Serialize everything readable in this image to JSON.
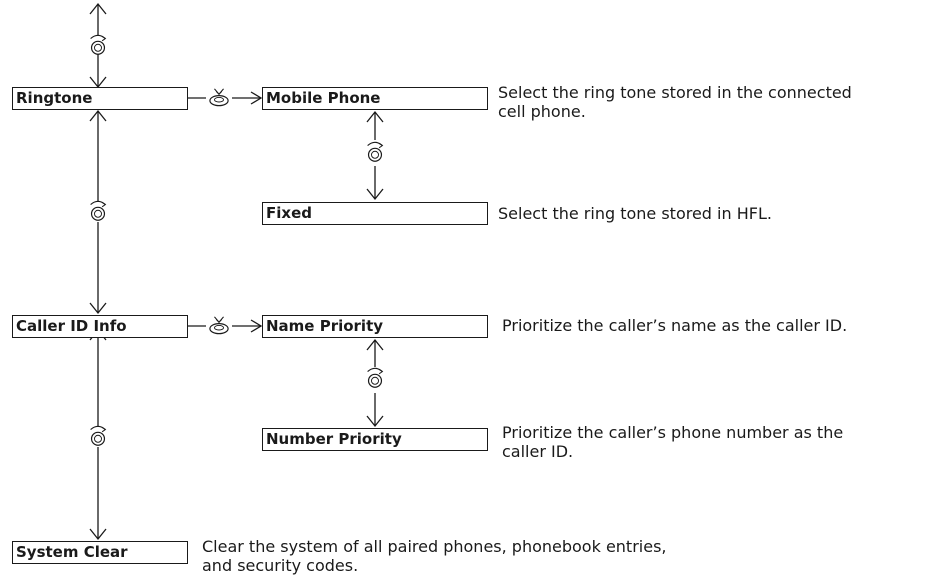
{
  "items": {
    "ringtone": {
      "label": "Ringtone",
      "options": [
        {
          "label": "Mobile Phone",
          "desc1": "Select the ring tone stored in the connected",
          "desc2": "cell phone."
        },
        {
          "label": "Fixed",
          "desc1": "Select the ring tone stored in HFL.",
          "desc2": ""
        }
      ]
    },
    "caller_id": {
      "label": "Caller ID Info",
      "options": [
        {
          "label": "Name Priority",
          "desc1": "Prioritize the caller’s name as the caller ID.",
          "desc2": ""
        },
        {
          "label": "Number Priority",
          "desc1": "Prioritize the caller’s phone number as the",
          "desc2": "caller ID."
        }
      ]
    },
    "system_clear": {
      "label": "System Clear",
      "desc1": "Clear the system of all paired phones, phonebook entries,",
      "desc2": "and security codes."
    }
  },
  "icons": {
    "rotate": "rotate-selector-icon",
    "press": "press-selector-icon"
  }
}
